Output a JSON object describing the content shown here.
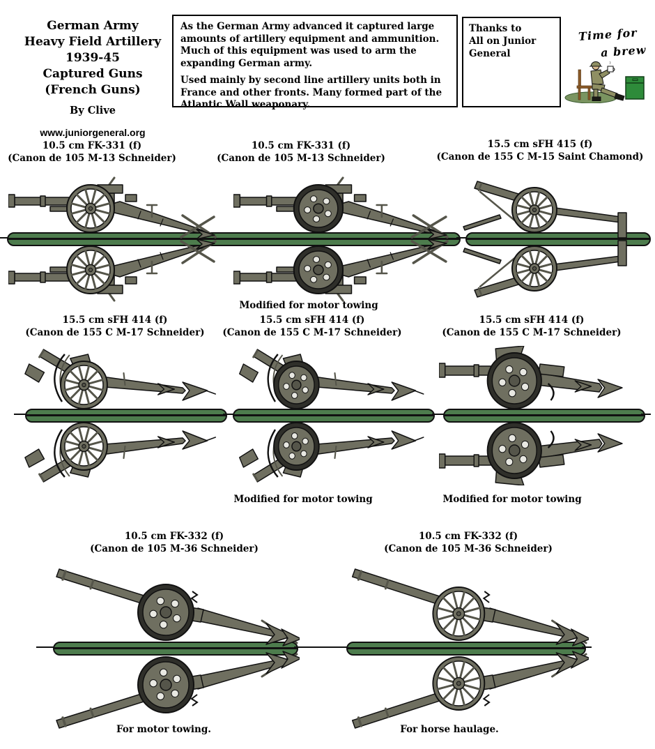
{
  "header": {
    "title_lines": [
      "German Army",
      "Heavy Field Artillery",
      "1939-45",
      "Captured Guns",
      "(French Guns)"
    ],
    "byline": "By Clive",
    "website": "www.juniorgeneral.org",
    "description": [
      "As the German Army advanced it captured large amounts of artillery equipment and ammunition. Much of this equipment was used to arm the expanding German army.",
      "Used mainly by second line artillery units both in France and other fronts. Many formed part of the Atlantic Wall weaponary."
    ],
    "thanks_lines": [
      "Thanks to",
      "All on Junior",
      "General"
    ],
    "brew": {
      "line1": "Time for",
      "line2": "a brew"
    }
  },
  "colors": {
    "base_green": "#4d7c4d",
    "gun_olive": "#6f6f60",
    "gun_dark": "#55554a",
    "tire": "#2f2f2a",
    "outline": "#111111",
    "crate_green": "#2e8b3a",
    "ground_green": "#7a9460",
    "uniform": "#8f8f63",
    "chair_brown": "#8a5a28",
    "skin": "#d9b98c"
  },
  "guns": [
    {
      "name": "10.5 cm FK-331 (f)",
      "subname": "(Canon de 105 M-13 Schneider)",
      "caption": "",
      "type": "fk331",
      "wheel": "spoked"
    },
    {
      "name": "10.5 cm FK-331 (f)",
      "subname": "(Canon de 105 M-13 Schneider)",
      "caption": "Modified for motor towing",
      "type": "fk331",
      "wheel": "solid"
    },
    {
      "name": "15.5 cm sFH 415 (f)",
      "subname": "(Canon de 155 C M-15 Saint Chamond)",
      "caption": "",
      "type": "sfh415",
      "wheel": "spoked"
    },
    {
      "name": "15.5 cm sFH 414 (f)",
      "subname": "(Canon de 155 C M-17 Schneider)",
      "caption": "",
      "type": "sfh414",
      "wheel": "spoked"
    },
    {
      "name": "15.5 cm sFH 414 (f)",
      "subname": "(Canon de 155 C M-17 Schneider)",
      "caption": "Modified for motor towing",
      "type": "sfh414",
      "wheel": "solid"
    },
    {
      "name": "15.5 cm sFH 414 (f)",
      "subname": "(Canon de 155 C M-17 Schneider)",
      "caption": "Modified for motor towing",
      "type": "sfh414h",
      "wheel": "solid"
    },
    {
      "name": "10.5 cm FK-332 (f)",
      "subname": "(Canon de 105 M-36 Schneider)",
      "caption": "For motor towing.",
      "type": "fk332",
      "wheel": "solid"
    },
    {
      "name": "10.5 cm FK-332 (f)",
      "subname": "(Canon de 105 M-36 Schneider)",
      "caption": "For horse haulage.",
      "type": "fk332",
      "wheel": "spoked"
    }
  ]
}
